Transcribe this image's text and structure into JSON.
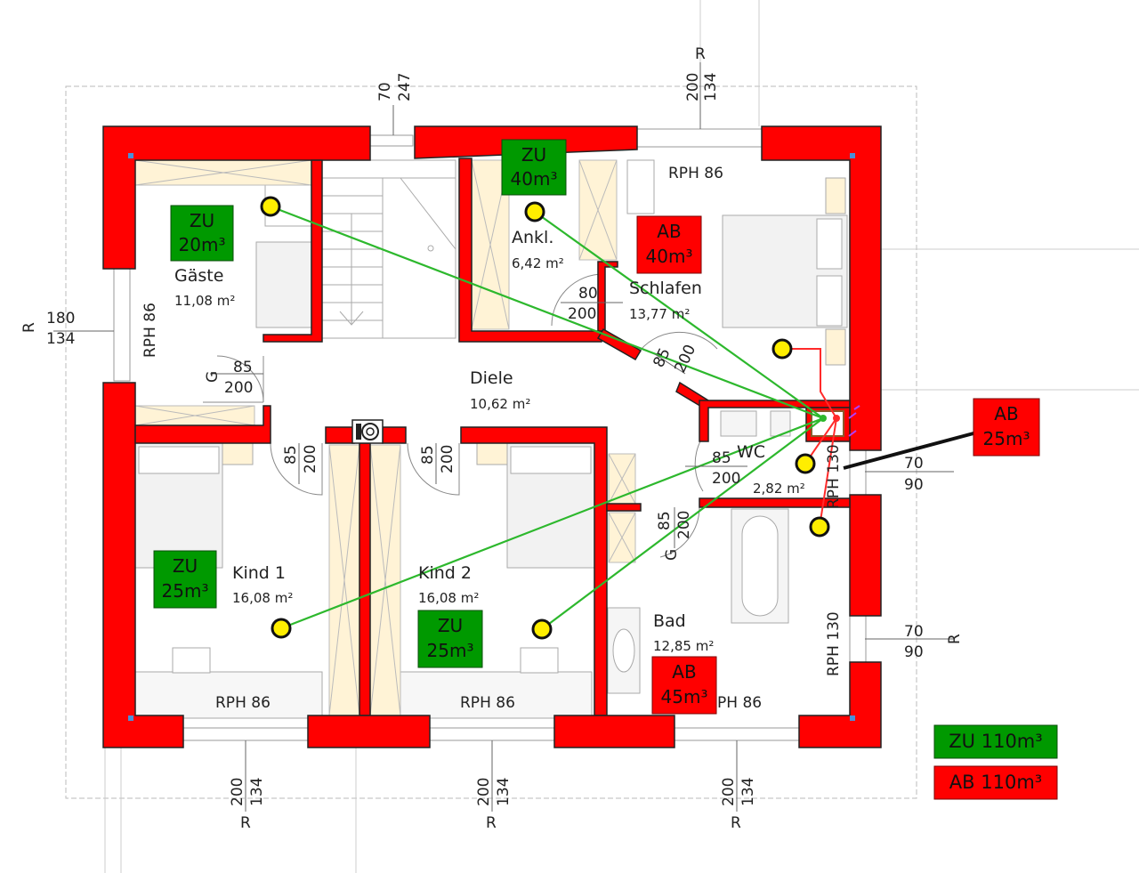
{
  "colors": {
    "wall": "#ff0000",
    "supply": "#009900",
    "exhaust": "#ff0000",
    "wardrobe": "#fff3d6",
    "valve": "#ffee00"
  },
  "rooms": {
    "gaeste": {
      "name": "Gäste",
      "area": "11,08 m²"
    },
    "ankl": {
      "name": "Ankl.",
      "area": "6,42 m²"
    },
    "schlafen": {
      "name": "Schlafen",
      "area": "13,77 m²"
    },
    "diele": {
      "name": "Diele",
      "area": "10,62 m²"
    },
    "wc": {
      "name": "WC",
      "area": "2,82 m²"
    },
    "kind1": {
      "name": "Kind 1",
      "area": "16,08 m²"
    },
    "kind2": {
      "name": "Kind 2",
      "area": "16,08 m²"
    },
    "bad": {
      "name": "Bad",
      "area": "12,85 m²"
    }
  },
  "badges": {
    "zu_gaeste": {
      "line1": "ZU",
      "line2": "20m³"
    },
    "zu_ankl": {
      "line1": "ZU",
      "line2": "40m³"
    },
    "ab_schlafen": {
      "line1": "AB",
      "line2": "40m³"
    },
    "ab_wc": {
      "line1": "AB",
      "line2": "25m³"
    },
    "zu_kind1": {
      "line1": "ZU",
      "line2": "25m³"
    },
    "zu_kind2": {
      "line1": "ZU",
      "line2": "25m³"
    },
    "ab_bad": {
      "line1": "AB",
      "line2": "45m³"
    }
  },
  "legend": {
    "supply": "ZU 110m³",
    "exhaust": "AB 110m³"
  },
  "window_labels": {
    "schlafen_top": "RPH 86",
    "gaeste_left": "RPH 86",
    "kind1_bottom": "RPH 86",
    "kind2_bottom": "RPH 86",
    "bad_bottom": "PH 86",
    "bad_right": "RPH 130",
    "wc_right": "RPH 130"
  },
  "dimensions": {
    "top_stair_1": "70",
    "top_stair_2": "247",
    "top_right_1": "200",
    "top_right_2": "134",
    "top_right_r": "R",
    "left_r": "R",
    "left_1": "180",
    "left_2": "134",
    "door_gaeste_1": "85",
    "door_gaeste_2": "200",
    "door_gaeste_g": "G",
    "door_ankl_1": "80",
    "door_ankl_2": "200",
    "door_schlafen_1": "85",
    "door_schlafen_2": "200",
    "door_kind1_1": "85",
    "door_kind1_2": "200",
    "door_kind2_1": "85",
    "door_kind2_2": "200",
    "door_wc_1": "85",
    "door_wc_2": "200",
    "door_bad_1": "85",
    "door_bad_2": "200",
    "door_bad_g": "G",
    "right_wc_1": "70",
    "right_wc_2": "90",
    "right_bad_1": "70",
    "right_bad_2": "90",
    "right_bad_r": "R",
    "bottom1_1": "200",
    "bottom1_2": "134",
    "bottom1_r": "R",
    "bottom2_1": "200",
    "bottom2_2": "134",
    "bottom2_r": "R",
    "bottom3_1": "200",
    "bottom3_2": "134",
    "bottom3_r": "R"
  }
}
